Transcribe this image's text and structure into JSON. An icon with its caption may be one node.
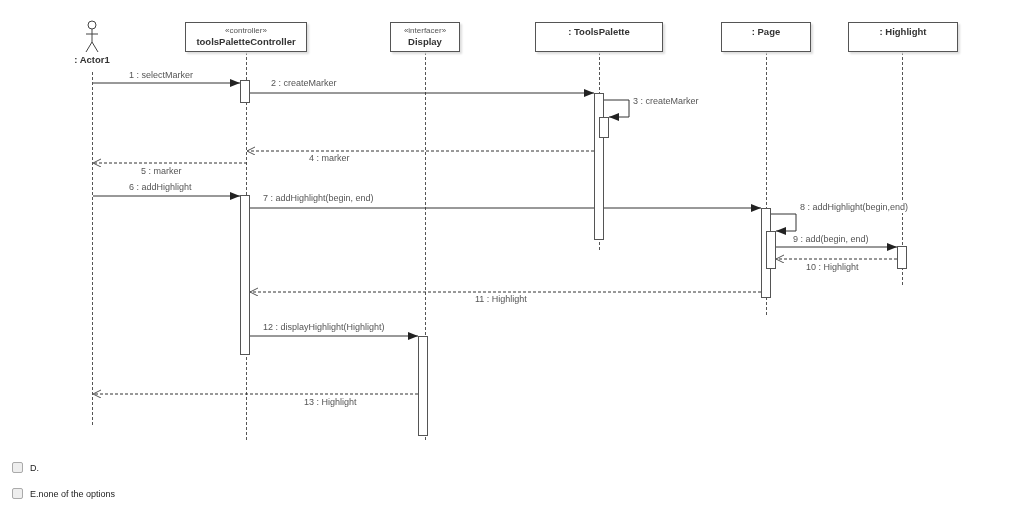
{
  "diagram": {
    "nodes": [
      {
        "text": [
          ": Actor1"
        ]
      },
      {
        "text": [
          "«controller»",
          "toolsPaletteController"
        ]
      },
      {
        "text": [
          "«interfacer»",
          "Display"
        ]
      },
      {
        "text": [
          ": ToolsPalette"
        ]
      },
      {
        "text": [
          ": Page"
        ]
      },
      {
        "text": [
          ": Highlight"
        ]
      },
      {
        "text": [],
        "shape": "bar"
      },
      {
        "text": [],
        "shape": "bar"
      },
      {
        "text": [],
        "shape": "bar"
      },
      {
        "text": [],
        "shape": "bar"
      },
      {
        "text": [],
        "shape": "bar"
      },
      {
        "text": [],
        "shape": "bar"
      },
      {
        "text": [],
        "shape": "bar"
      },
      {
        "text": [],
        "shape": "bar"
      },
      {
        "text": [],
        "shape": "line"
      },
      {
        "text": [],
        "shape": "line"
      },
      {
        "text": [],
        "shape": "line"
      },
      {
        "text": [],
        "shape": "line"
      },
      {
        "text": [],
        "shape": "line"
      },
      {
        "text": [],
        "shape": "line"
      }
    ],
    "edges": [
      {
        "from": 14,
        "to": 6,
        "arrow": "to",
        "label": "1 : selectMarker"
      },
      {
        "from": 6,
        "to": 7,
        "arrow": "to",
        "label": "2 : createMarker"
      },
      {
        "from": 7,
        "to": 8,
        "arrow": "to",
        "label": "3 : createMarker"
      },
      {
        "from": 7,
        "to": 15,
        "arrow": "to",
        "label": "4 : marker",
        "style": "dashed"
      },
      {
        "from": 15,
        "to": 14,
        "arrow": "to",
        "label": "5 : marker",
        "style": "dashed"
      },
      {
        "from": 14,
        "to": 9,
        "arrow": "to",
        "label": "6 : addHighlight"
      },
      {
        "from": 9,
        "to": 10,
        "arrow": "to",
        "label": "7 : addHighlight(begin, end)"
      },
      {
        "from": 10,
        "to": 11,
        "arrow": "to",
        "label": "8 : addHighlight(begin,end)"
      },
      {
        "from": 11,
        "to": 12,
        "arrow": "to",
        "label": "9 : add(begin, end)"
      },
      {
        "from": 12,
        "to": 11,
        "arrow": "to",
        "label": "10 : Highlight",
        "style": "dashed"
      },
      {
        "from": 10,
        "to": 9,
        "arrow": "to",
        "label": "11 : Highlight",
        "style": "dashed"
      },
      {
        "from": 9,
        "to": 13,
        "arrow": "to",
        "label": "12 : displayHighlight(Highlight)"
      },
      {
        "from": 13,
        "to": 14,
        "arrow": "to",
        "label": "13 : Highlight",
        "style": "dashed"
      }
    ],
    "labels": [
      "D.",
      "E.none of the options"
    ]
  }
}
